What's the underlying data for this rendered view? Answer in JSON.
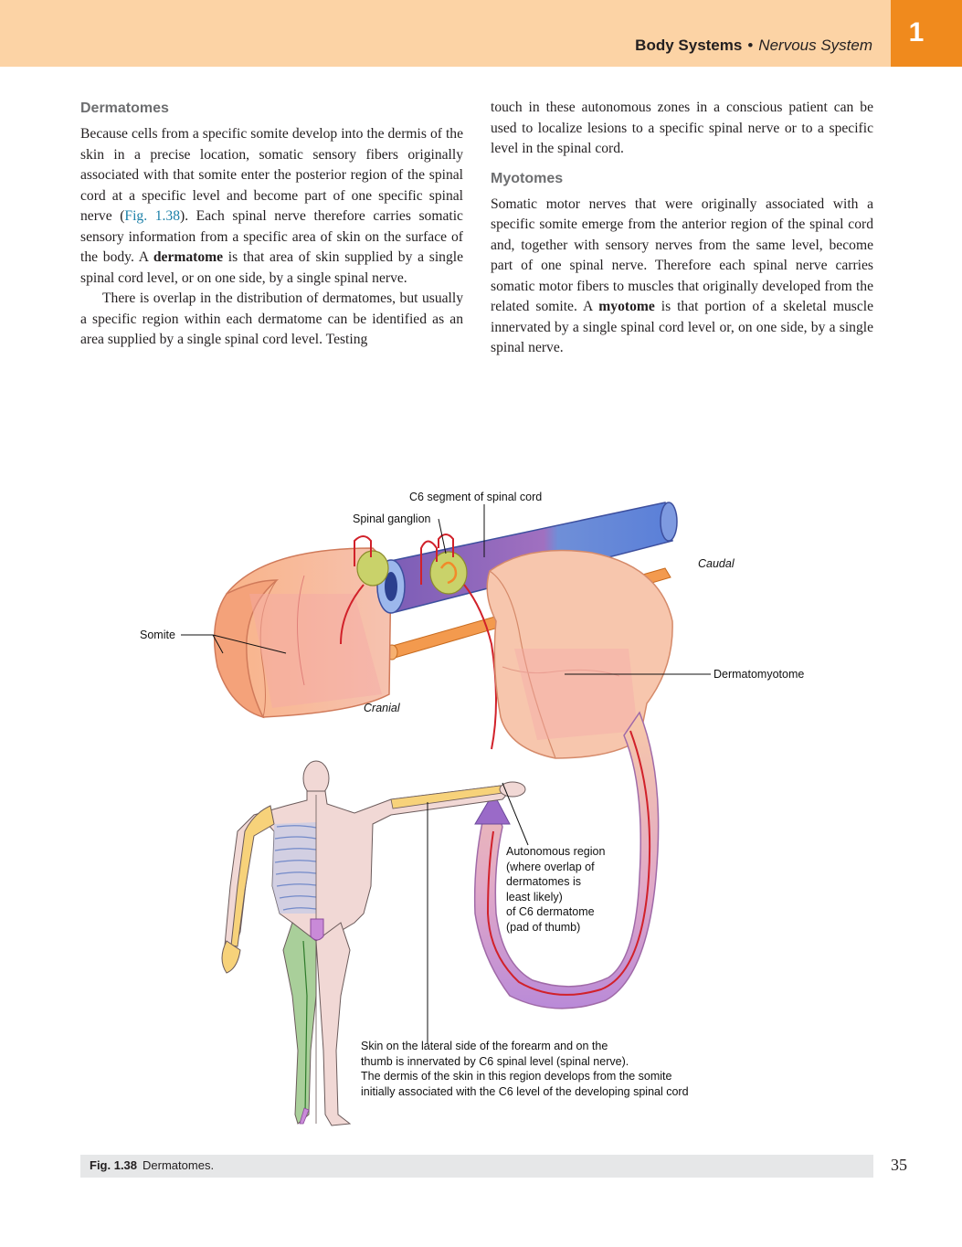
{
  "header": {
    "section": "Body Systems",
    "bullet": "•",
    "subsection": "Nervous System",
    "chapter": "1"
  },
  "left_column": {
    "heading": "Dermatomes",
    "p1_a": "Because cells from a specific somite develop into the dermis of the skin in a precise location, somatic sensory fibers originally associated with that somite enter the posterior region of the spinal cord at a specific level and become part of one specific spinal nerve (",
    "p1_link": "Fig. 1.38",
    "p1_b": "). Each spinal nerve therefore carries somatic sensory information from a specific area of skin on the surface of the body. A ",
    "p1_term": "dermatome",
    "p1_c": " is that area of skin supplied by a single spinal cord level, or on one side, by a single spinal nerve.",
    "p2": "There is overlap in the distribution of dermatomes, but usually a specific region within each dermatome can be identified as an area supplied by a single spinal cord level. Testing"
  },
  "right_column": {
    "p0": "touch in these autonomous zones in a conscious patient can be used to localize lesions to a specific spinal nerve or to a specific level in the spinal cord.",
    "heading": "Myotomes",
    "p1_a": "Somatic motor nerves that were originally associated with a specific somite emerge from the anterior region of the spinal cord and, together with sensory nerves from the same level, become part of one spinal nerve. Therefore each spinal nerve carries somatic motor fibers to muscles that originally developed from the related somite. A ",
    "p1_term": "myotome",
    "p1_b": " is that portion of a skeletal muscle innervated by a single spinal cord level or, on one side, by a single spinal nerve."
  },
  "figure": {
    "labels": {
      "c6_segment": "C6 segment of spinal cord",
      "spinal_ganglion": "Spinal ganglion",
      "caudal": "Caudal",
      "somite": "Somite",
      "dermatomyotome": "Dermatomyotome",
      "cranial": "Cranial",
      "autonomous_1": "Autonomous region",
      "autonomous_2": "(where overlap of",
      "autonomous_3": "dermatomes is",
      "autonomous_4": "least likely)",
      "autonomous_5": "of C6 dermatome",
      "autonomous_6": "(pad of thumb)",
      "skin_1": "Skin on the lateral side of the forearm and on the",
      "skin_2": "thumb is innervated by C6 spinal level (spinal nerve).",
      "skin_3": "The dermis of the skin in this region develops from the somite",
      "skin_4": "initially associated with the C6 level of the developing spinal cord"
    }
  },
  "caption": {
    "number": "Fig. 1.38",
    "text": "Dermatomes."
  },
  "page_number": "35",
  "colors": {
    "header_band": "#fcd3a5",
    "chapter_tab": "#f08a1d",
    "heading_gray": "#6d6e70",
    "link_blue": "#1a7fa8",
    "caption_bar": "#e6e7e8"
  }
}
